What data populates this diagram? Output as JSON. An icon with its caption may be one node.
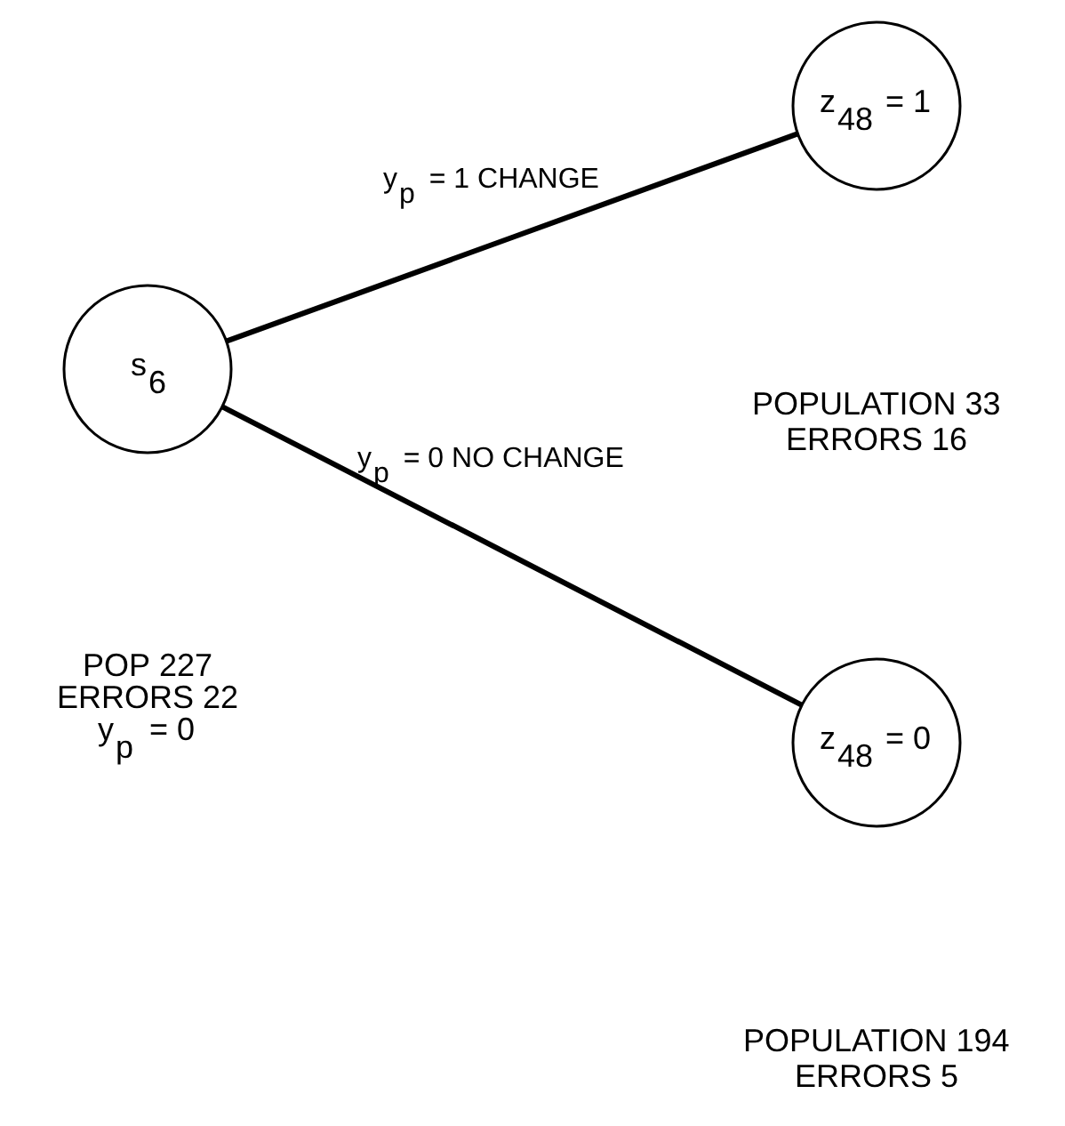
{
  "diagram": {
    "nodes": [
      {
        "text": [
          "s$_{6}$"
        ],
        "beside": [
          "POP 227",
          "ERRORS 22",
          "y$_{p}$ = 0"
        ]
      },
      {
        "text": [
          "z$_{48}$ = 1"
        ],
        "beside": [
          "POPULATION 33",
          "ERRORS 16"
        ]
      },
      {
        "text": [
          "z$_{48}$ = 0"
        ],
        "beside": [
          "POPULATION 194",
          "ERRORS 5"
        ]
      }
    ],
    "edges": [
      {
        "from": 0,
        "to": 1,
        "arrow": "none",
        "label": "y$_{p}$ = 1 CHANGE"
      },
      {
        "from": 0,
        "to": 2,
        "arrow": "none",
        "label": "y$_{p}$ = 0 NO CHANGE"
      }
    ]
  }
}
